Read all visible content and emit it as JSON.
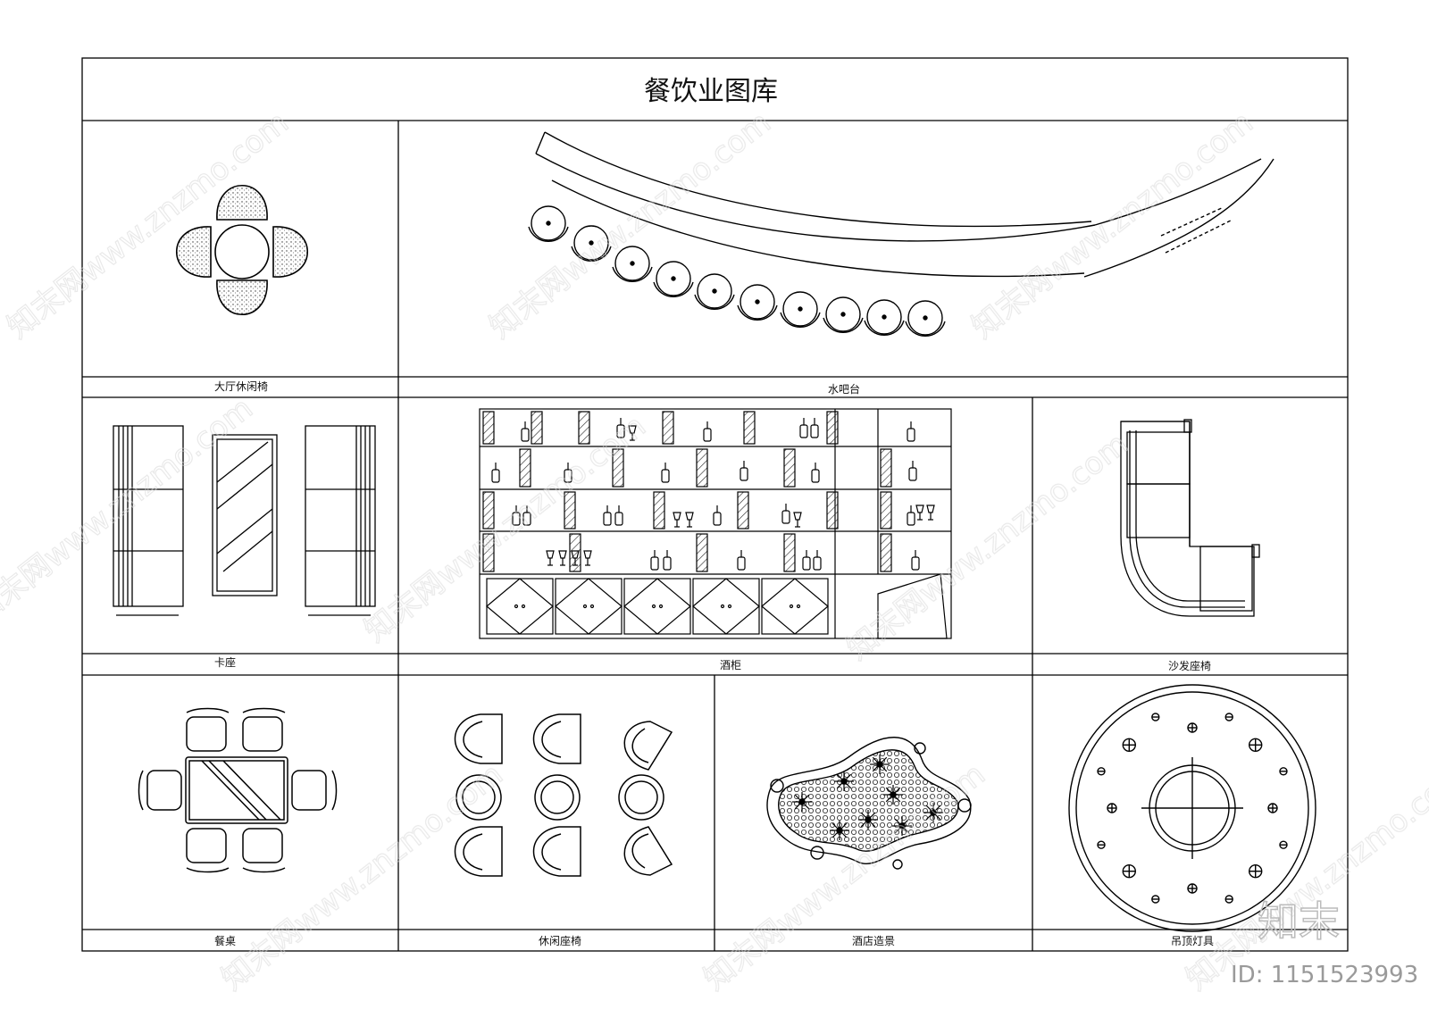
{
  "sheet": {
    "title": "餐饮业图库",
    "cells": [
      {
        "label": "大厅休闲椅"
      },
      {
        "label": "水吧台"
      },
      {
        "label": "卡座"
      },
      {
        "label": "酒柜"
      },
      {
        "label": "沙发座椅"
      },
      {
        "label": "餐桌"
      },
      {
        "label": "休闲座椅"
      },
      {
        "label": "酒店造景"
      },
      {
        "label": "吊顶灯具"
      }
    ]
  },
  "watermark": {
    "text": "知末网www.znzmo.com",
    "brand": "知末",
    "id": "ID: 1151523993"
  }
}
